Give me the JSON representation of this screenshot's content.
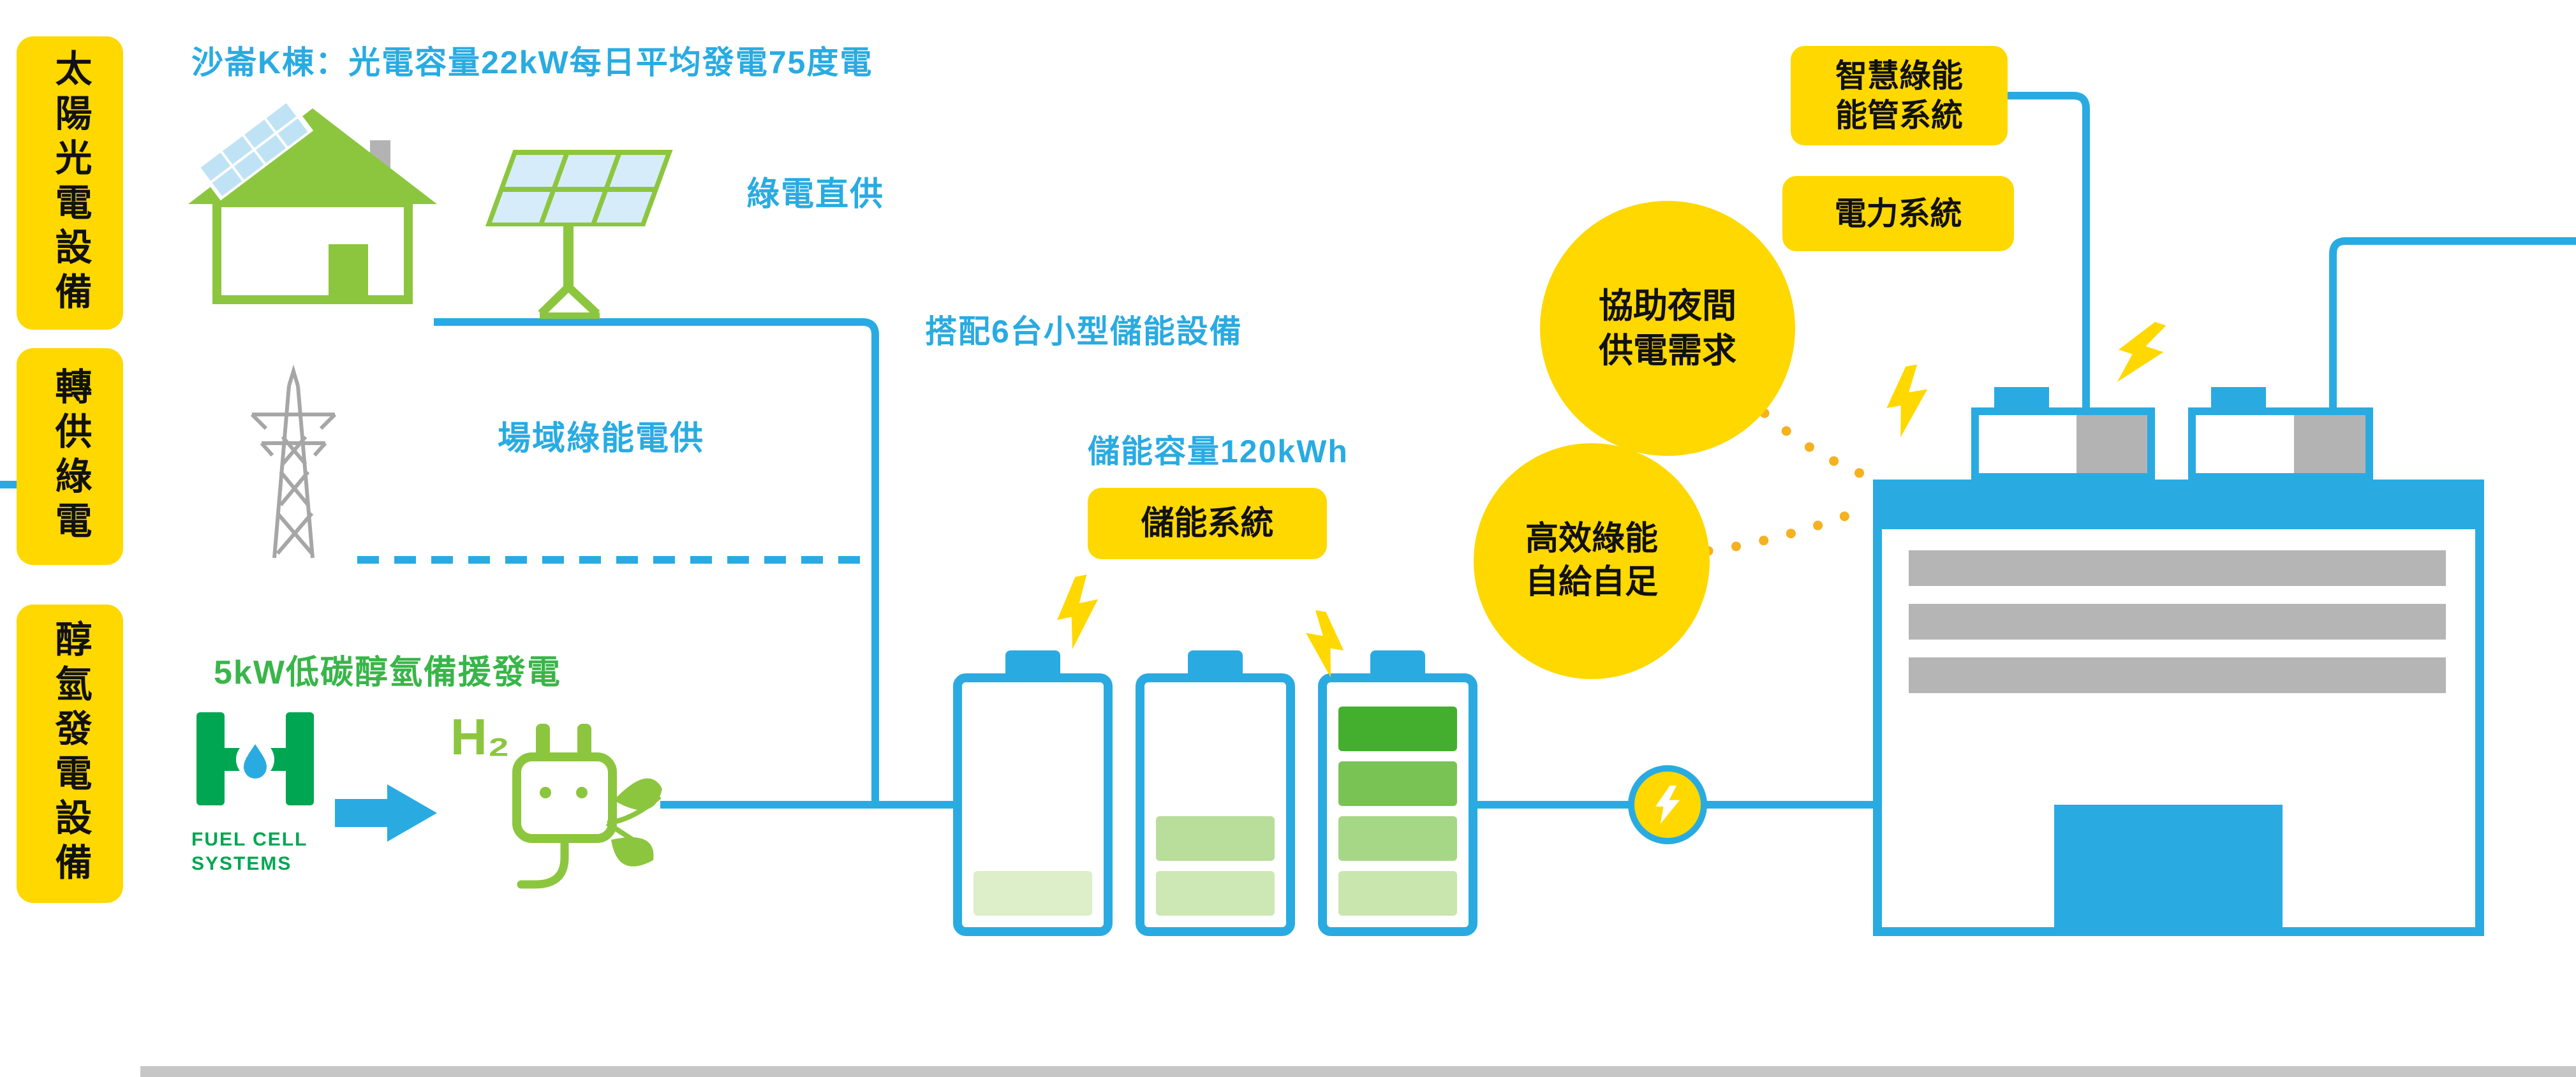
{
  "palette": {
    "blue": "#29abe2",
    "yellow": "#ffd800",
    "green_light": "#8cc63f",
    "green_mid": "#39b54a",
    "green_dark": "#00a651",
    "gray": "#b3b3b3",
    "dot_orange": "#f5b120"
  },
  "sidebar": {
    "items": [
      {
        "label": "太陽光電設備"
      },
      {
        "label": "轉供綠電"
      },
      {
        "label": "醇氫發電設備"
      }
    ]
  },
  "header": {
    "title": "沙崙K棟：光電容量22kW每日平均發電75度電"
  },
  "solar": {
    "direct_supply_label": "綠電直供",
    "site_supply_label": "場域綠能電供"
  },
  "storage": {
    "pairing_note": "搭配6台小型儲能設備",
    "capacity_note": "儲能容量120kWh",
    "system_badge": "儲能系統",
    "batteries": [
      {
        "bars_bottom_to_top": [
          "#dcefc8"
        ]
      },
      {
        "bars_bottom_to_top": [
          "#cde8b4",
          "#b9dd9a"
        ]
      },
      {
        "bars_bottom_to_top": [
          "#c9e6ae",
          "#a6d787",
          "#79c354",
          "#44af2e"
        ]
      }
    ]
  },
  "hydrogen": {
    "note": "5kW低碳醇氫備援發電",
    "logo_line1": "FUEL CELL",
    "logo_line2": "SYSTEMS",
    "h2_label": "H₂"
  },
  "building": {
    "benefit_circle_night": {
      "line1": "協助夜間",
      "line2": "供電需求"
    },
    "benefit_circle_self": {
      "line1": "高效綠能",
      "line2": "自給自足"
    },
    "ems_badge": {
      "line1": "智慧綠能",
      "line2": "能管系統"
    },
    "power_badge": "電力系統"
  }
}
